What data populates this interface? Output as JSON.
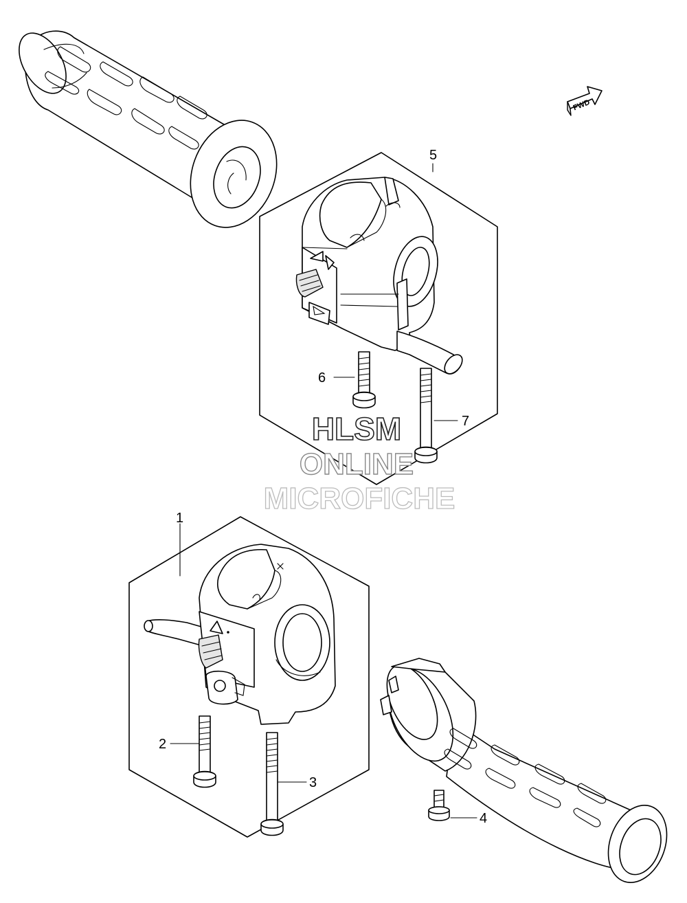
{
  "callouts": {
    "c1": "1",
    "c2": "2",
    "c3": "3",
    "c4": "4",
    "c5": "5",
    "c6": "6",
    "c7": "7"
  },
  "fwd_label": "FWD",
  "watermark": {
    "line1": "HLSM",
    "line2": "ONLINE",
    "line3": "MICROFICHE"
  }
}
